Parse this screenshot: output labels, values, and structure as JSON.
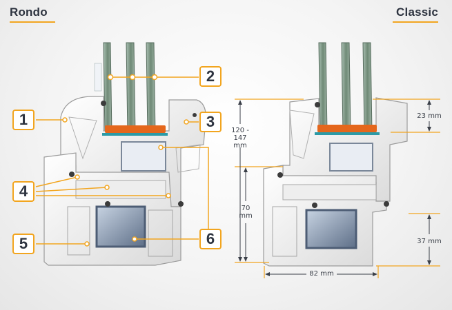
{
  "titles": {
    "left": "Rondo",
    "right": "Classic"
  },
  "callouts": [
    "1",
    "2",
    "3",
    "4",
    "5",
    "6"
  ],
  "dimensions": {
    "total_height": [
      "120 -",
      "147",
      "mm"
    ],
    "lower_height": [
      "70",
      "mm"
    ],
    "top_sash": "23 mm",
    "bottom_frame": "37 mm",
    "width": "82 mm"
  },
  "colors": {
    "accent": "#f2a51f",
    "text": "#2e3440",
    "seal": "#e5671c",
    "glass": "#7d9a86"
  }
}
